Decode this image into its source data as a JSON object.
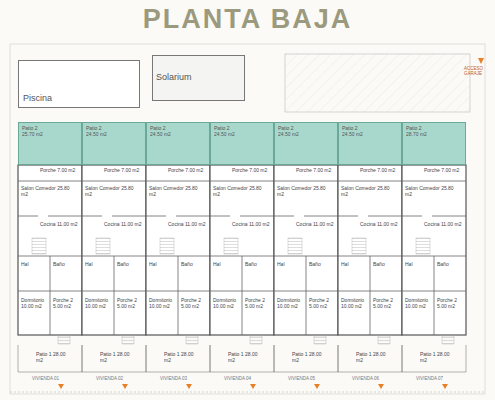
{
  "diagram": {
    "title": "PLANTA BAJA",
    "nodes": [
      {
        "text": [
          "Piscina"
        ]
      },
      {
        "text": [
          "Solarium"
        ]
      },
      {
        "text": [
          "Patio 2 25.70 m2"
        ]
      },
      {
        "text": [
          "Patio 2 24.50 m2"
        ]
      },
      {
        "text": [
          "Patio 2 24.50 m2"
        ]
      },
      {
        "text": [
          "Patio 2 24.50 m2"
        ]
      },
      {
        "text": [
          "Patio 2 24.50 m2"
        ]
      },
      {
        "text": [
          "Patio 2 24.50 m2"
        ]
      },
      {
        "text": [
          "Patio 2 28.70 m2"
        ]
      }
    ],
    "labels": [
      "Porche 7.00 m2",
      "Salon Comedor 25.80 m2",
      "Cocina 11.00 m2",
      "Hal",
      "Baño",
      "Dormitorio 10.00 m2",
      "Porche 2 5.00 m2",
      "Patio 1 28.00 m2",
      "VIVIENDA 01",
      "Porche 7.00 m2",
      "Salon Comedor 25.80 m2",
      "Cocina 11.00 m2",
      "Hal",
      "Baño",
      "Dormitorio 10.00 m2",
      "Porche 2 5.00 m2",
      "Patio 1 28.00 m2",
      "VIVIENDA 02",
      "Porche 7.00 m2",
      "Salon Comedor 25.80 m2",
      "Cocina 11.00 m2",
      "Hal",
      "Baño",
      "Dormitorio 10.00 m2",
      "Porche 2 5.00 m2",
      "Patio 1 28.00 m2",
      "VIVIENDA 03",
      "Porche 7.00 m2",
      "Salon Comedor 25.80 m2",
      "Cocina 11.00 m2",
      "Hal",
      "Baño",
      "Dormitorio 10.00 m2",
      "Porche 2 5.00 m2",
      "Patio 1 28.00 m2",
      "VIVIENDA 04",
      "Porche 7.00 m2",
      "Salon Comedor 25.80 m2",
      "Cocina 11.00 m2",
      "Hal",
      "Baño",
      "Dormitorio 10.00 m2",
      "Porche 2 5.00 m2",
      "Patio 1 28.00 m2",
      "VIVIENDA 05",
      "Porche 7.00 m2",
      "Salon Comedor 25.80 m2",
      "Cocina 11.00 m2",
      "Hal",
      "Baño",
      "Dormitorio 10.00 m2",
      "Porche 2 5.00 m2",
      "Patio 1 28.00 m2",
      "VIVIENDA 06",
      "Porche 7.00 m2",
      "Salon Comedor 25.80 m2",
      "Cocina 11.00 m2",
      "Hal",
      "Baño",
      "Dormitorio 10.00 m2",
      "Porche 2 5.00 m2",
      "Patio 1 28.00 m2",
      "VIVIENDA 07",
      "ACCESO GARAJE"
    ]
  }
}
